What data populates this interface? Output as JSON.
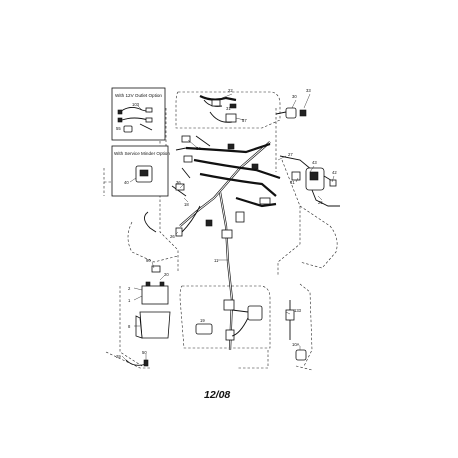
{
  "inset_boxes": {
    "outlet_option": {
      "title": "With 12V Outlet Option",
      "callouts": [
        "103",
        "55"
      ]
    },
    "service_minder_option": {
      "title": "With Service Minder Option",
      "callouts": [
        "40"
      ]
    }
  },
  "callouts": {
    "c22": "22",
    "c33": "33",
    "c30": "30",
    "c31": "31",
    "c57": "57",
    "c34": "34",
    "c27": "27",
    "c42": "42",
    "c43": "43",
    "c41": "41",
    "c25": "25",
    "c36": "36",
    "c18": "18",
    "c26": "26",
    "c11": "11",
    "c90": "90",
    "c20": "20",
    "c2": "2",
    "c1": "1",
    "c8": "8",
    "c29": "29",
    "c50": "50",
    "c133": "133",
    "c10a": "10A",
    "c19": "19"
  },
  "footer": {
    "date_code": "12/08"
  }
}
